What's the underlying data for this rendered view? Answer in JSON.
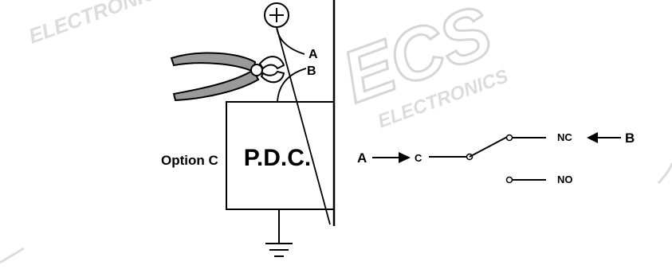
{
  "watermark": {
    "logo_text": "ECS",
    "sub_text": "ELECTRONICS",
    "color": "#dcdcdc"
  },
  "diagram": {
    "option_label": "Option C",
    "pdc_label": "P.D.C.",
    "wire_a_label": "A",
    "wire_b_label": "B",
    "relay": {
      "input_label": "A",
      "common_label": "C",
      "nc_label": "NC",
      "no_label": "NO",
      "nc_input_label": "B"
    },
    "icons": [
      "positive-terminal-icon",
      "pliers-icon",
      "ground-icon"
    ],
    "colors": {
      "line": "#000000",
      "pliers_handle": "#9a9a9a"
    }
  }
}
